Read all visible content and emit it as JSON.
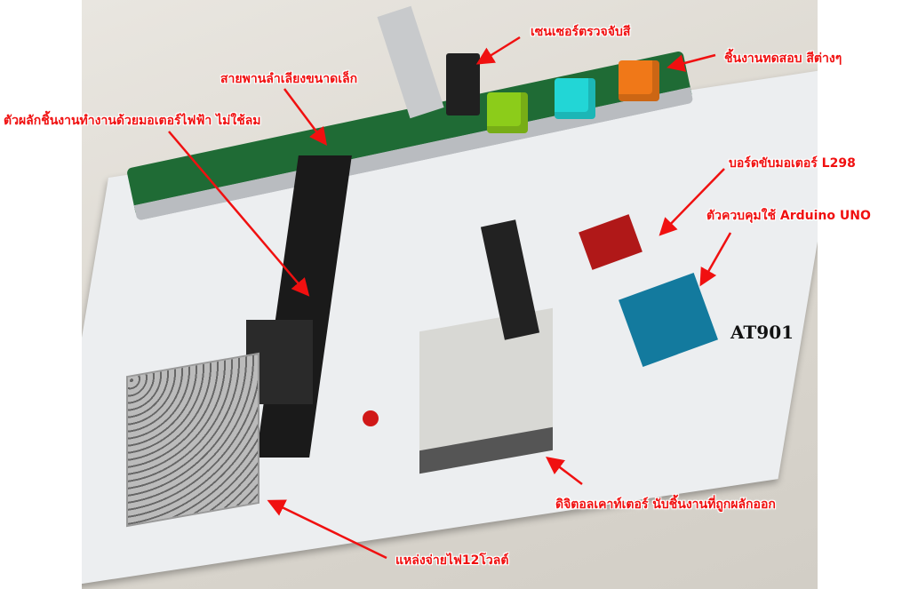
{
  "labels": {
    "color_sensor": "เซนเซอร์ตรวจจับสี",
    "test_pieces": "ชิ้นงานทดสอบ สีต่างๆ",
    "conveyor": "สายพานลำเลียงขนาดเล็ก",
    "pusher": "ตัวผลักชิ้นงานทำงานด้วยมอเตอร์ไฟฟ้า ไม่ใช้ลม",
    "motor_driver": "บอร์ดขับมอเตอร์ L298",
    "controller": "ตัวควบคุมใช้ Arduino UNO",
    "counter": "ดิจิตอลเคาท์เตอร์ นับชิ้นงานที่ถูกผลักออก",
    "power_supply": "แหล่งจ่ายไฟ12โวลต์"
  },
  "board_label": "AT901",
  "colors": {
    "annotation": "#f01010",
    "belt": "#1f6b35",
    "cube_green": "#8ccc1a",
    "cube_cyan": "#22d6d6",
    "cube_orange": "#f07818"
  }
}
